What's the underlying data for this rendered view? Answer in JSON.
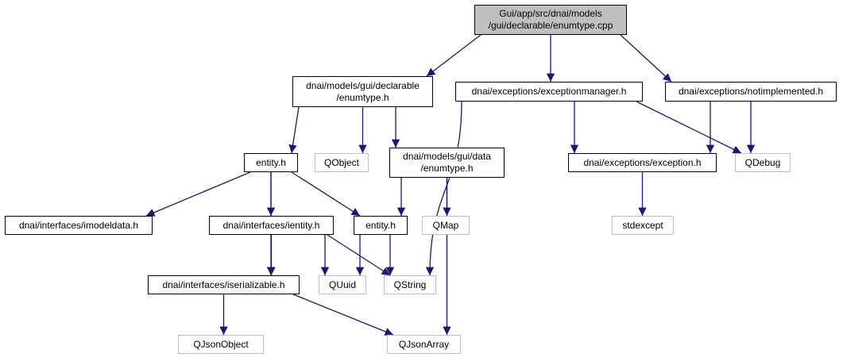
{
  "nodes": [
    {
      "id": "root",
      "lines": [
        "Gui/app/src/dnai/models",
        "/gui/declarable/enumtype.cpp"
      ],
      "kind": "root"
    },
    {
      "id": "decl_enumtype",
      "lines": [
        "dnai/models/gui/declarable",
        "/enumtype.h"
      ],
      "kind": "internal"
    },
    {
      "id": "exceptionmanager",
      "lines": [
        "dnai/exceptions/exceptionmanager.h"
      ],
      "kind": "internal"
    },
    {
      "id": "notimplemented",
      "lines": [
        "dnai/exceptions/notimplemented.h"
      ],
      "kind": "internal"
    },
    {
      "id": "entity_decl",
      "lines": [
        "entity.h"
      ],
      "kind": "internal"
    },
    {
      "id": "qobject",
      "lines": [
        "QObject"
      ],
      "kind": "external"
    },
    {
      "id": "data_enumtype",
      "lines": [
        "dnai/models/gui/data",
        "/enumtype.h"
      ],
      "kind": "internal"
    },
    {
      "id": "exception",
      "lines": [
        "dnai/exceptions/exception.h"
      ],
      "kind": "internal"
    },
    {
      "id": "qdebug",
      "lines": [
        "QDebug"
      ],
      "kind": "external"
    },
    {
      "id": "imodeldata",
      "lines": [
        "dnai/interfaces/imodeldata.h"
      ],
      "kind": "internal"
    },
    {
      "id": "ientity",
      "lines": [
        "dnai/interfaces/ientity.h"
      ],
      "kind": "internal"
    },
    {
      "id": "entity_data",
      "lines": [
        "entity.h"
      ],
      "kind": "internal"
    },
    {
      "id": "qmap",
      "lines": [
        "QMap"
      ],
      "kind": "external"
    },
    {
      "id": "stdexcept",
      "lines": [
        "stdexcept"
      ],
      "kind": "external"
    },
    {
      "id": "iserializable",
      "lines": [
        "dnai/interfaces/iserializable.h"
      ],
      "kind": "internal"
    },
    {
      "id": "quuid",
      "lines": [
        "QUuid"
      ],
      "kind": "external"
    },
    {
      "id": "qstring",
      "lines": [
        "QString"
      ],
      "kind": "external"
    },
    {
      "id": "qjsonobject",
      "lines": [
        "QJsonObject"
      ],
      "kind": "external"
    },
    {
      "id": "qjsonarray",
      "lines": [
        "QJsonArray"
      ],
      "kind": "external"
    }
  ],
  "edges": [
    [
      "root",
      "decl_enumtype"
    ],
    [
      "root",
      "exceptionmanager"
    ],
    [
      "root",
      "notimplemented"
    ],
    [
      "decl_enumtype",
      "entity_decl"
    ],
    [
      "decl_enumtype",
      "qobject"
    ],
    [
      "decl_enumtype",
      "data_enumtype"
    ],
    [
      "exceptionmanager",
      "exception"
    ],
    [
      "exceptionmanager",
      "qdebug"
    ],
    [
      "exceptionmanager",
      "qstring"
    ],
    [
      "notimplemented",
      "exception"
    ],
    [
      "notimplemented",
      "qdebug"
    ],
    [
      "entity_decl",
      "imodeldata"
    ],
    [
      "entity_decl",
      "ientity"
    ],
    [
      "entity_decl",
      "entity_data"
    ],
    [
      "entity_decl",
      "iserializable"
    ],
    [
      "data_enumtype",
      "entity_data"
    ],
    [
      "data_enumtype",
      "qmap"
    ],
    [
      "data_enumtype",
      "qjsonarray"
    ],
    [
      "exception",
      "stdexcept"
    ],
    [
      "ientity",
      "iserializable"
    ],
    [
      "ientity",
      "quuid"
    ],
    [
      "ientity",
      "qstring"
    ],
    [
      "entity_data",
      "quuid"
    ],
    [
      "entity_data",
      "qstring"
    ],
    [
      "iserializable",
      "qjsonobject"
    ],
    [
      "iserializable",
      "qjsonarray"
    ]
  ],
  "colors": {
    "edge": "#191970",
    "internal_border": "#000000",
    "external_border": "#bfbfbf",
    "root_fill": "#bfbfbf"
  }
}
